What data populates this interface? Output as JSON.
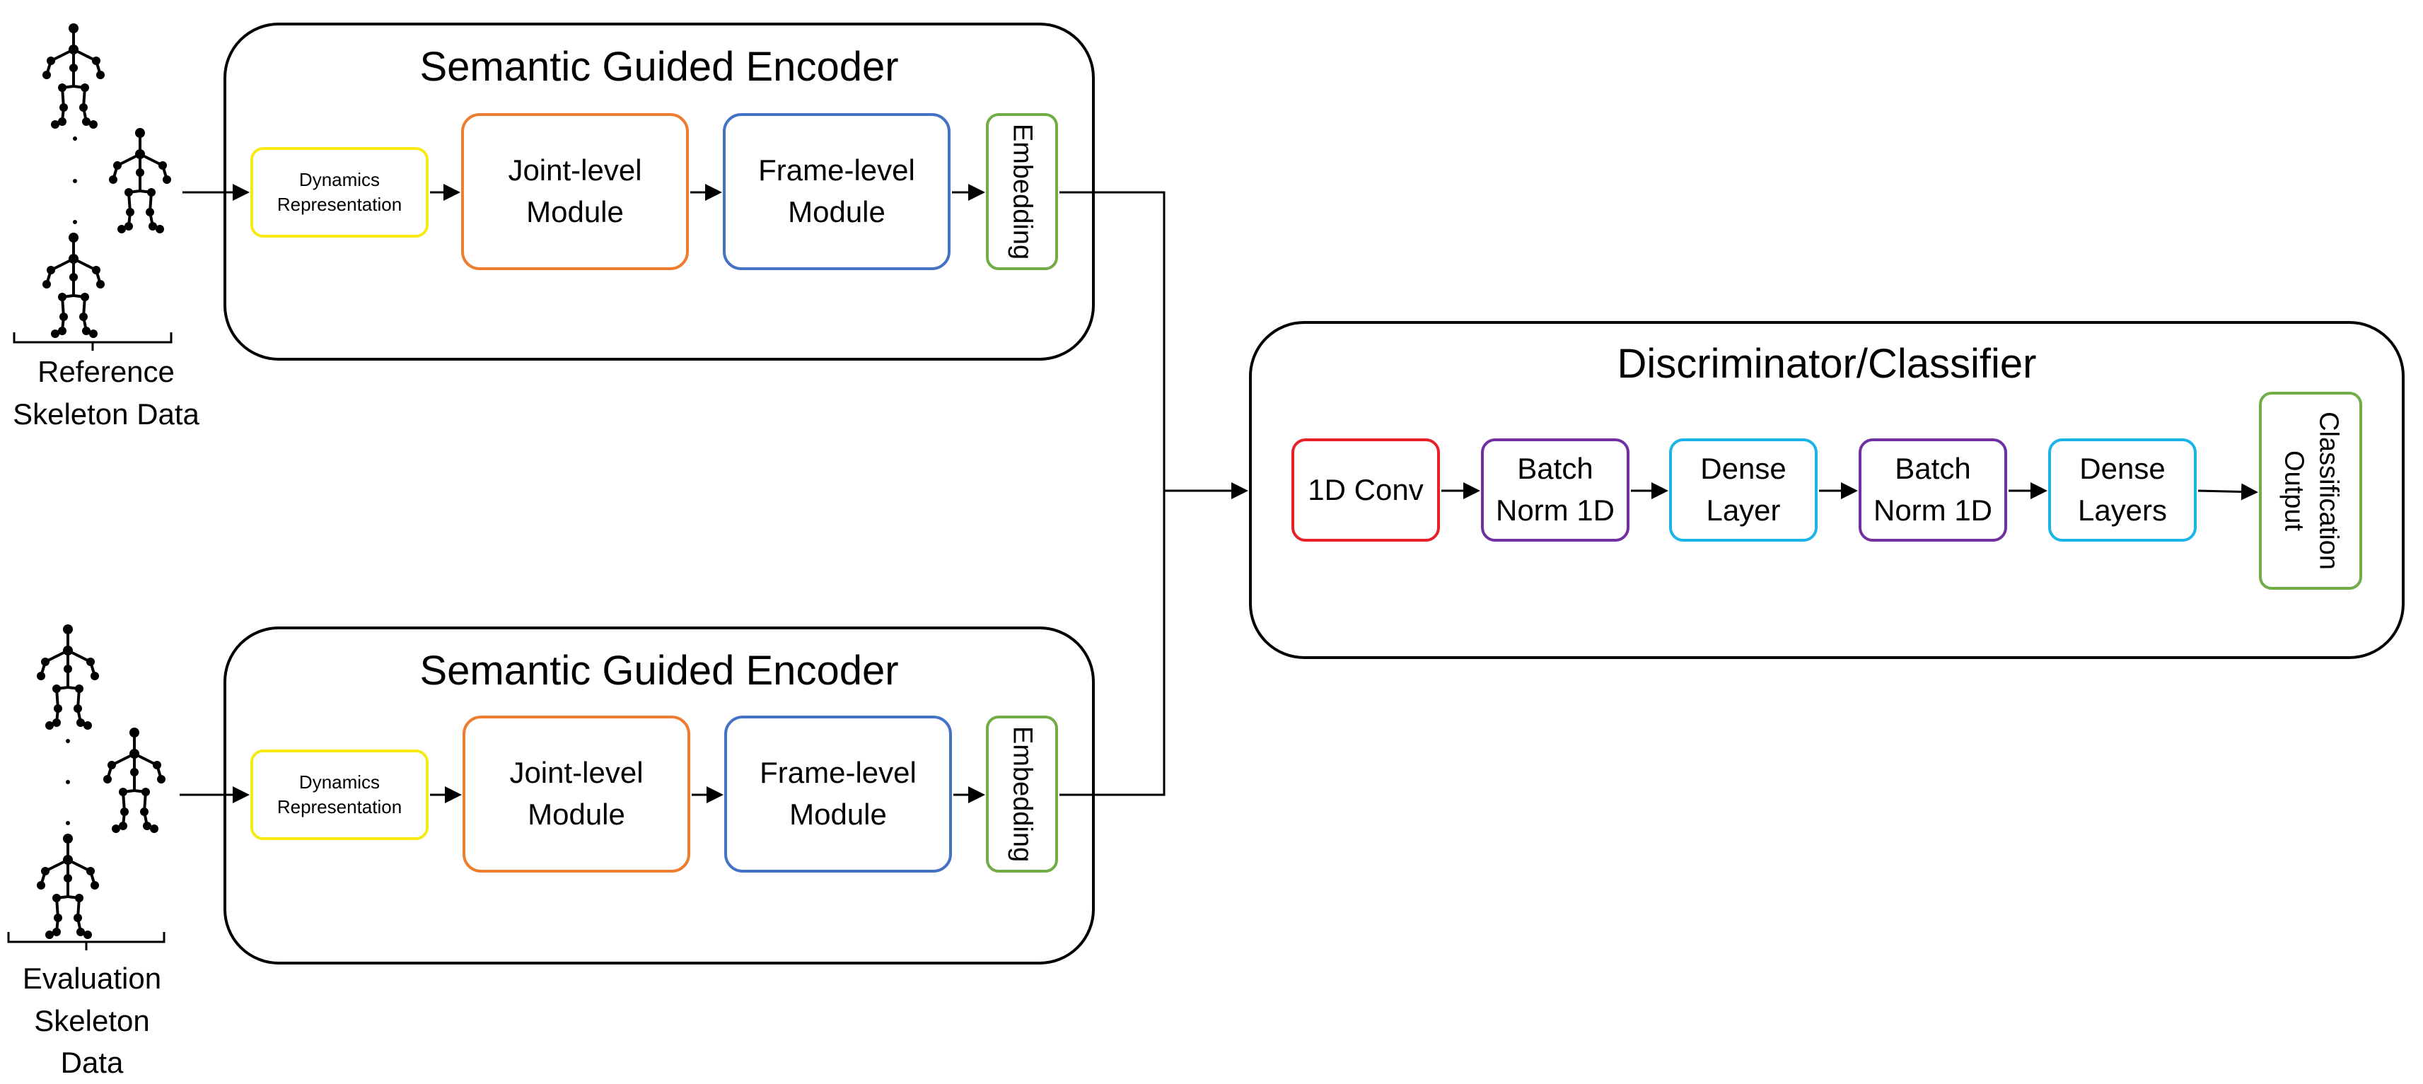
{
  "top_encoder": {
    "title": "Semantic Guided Encoder",
    "dynamics": "Dynamics\nRepresentation",
    "joint": "Joint-level\nModule",
    "frame": "Frame-level\nModule",
    "embedding": "Embedding"
  },
  "bottom_encoder": {
    "title": "Semantic Guided Encoder",
    "dynamics": "Dynamics\nRepresentation",
    "joint": "Joint-level\nModule",
    "frame": "Frame-level\nModule",
    "embedding": "Embedding"
  },
  "reference_label": "Reference\nSkeleton Data",
  "evaluation_label": "Evaluation\nSkeleton Data",
  "classifier": {
    "title": "Discriminator/Classifier",
    "conv": "1D Conv",
    "bn1": "Batch\nNorm 1D",
    "dense1": "Dense\nLayer",
    "bn2": "Batch\nNorm 1D",
    "dense2": "Dense\nLayers",
    "output": "Classification\nOutput"
  },
  "colors": {
    "dynamics": "#F5EA14",
    "joint": "#ED7D31",
    "frame": "#4472C4",
    "embedding": "#70AD47",
    "conv": "#E8202A",
    "batchnorm": "#7030A0",
    "dense": "#1AB4E8",
    "output": "#70AD47"
  },
  "icons": [
    "skeleton-figure-icon",
    "brace-icon",
    "arrow-icon"
  ]
}
